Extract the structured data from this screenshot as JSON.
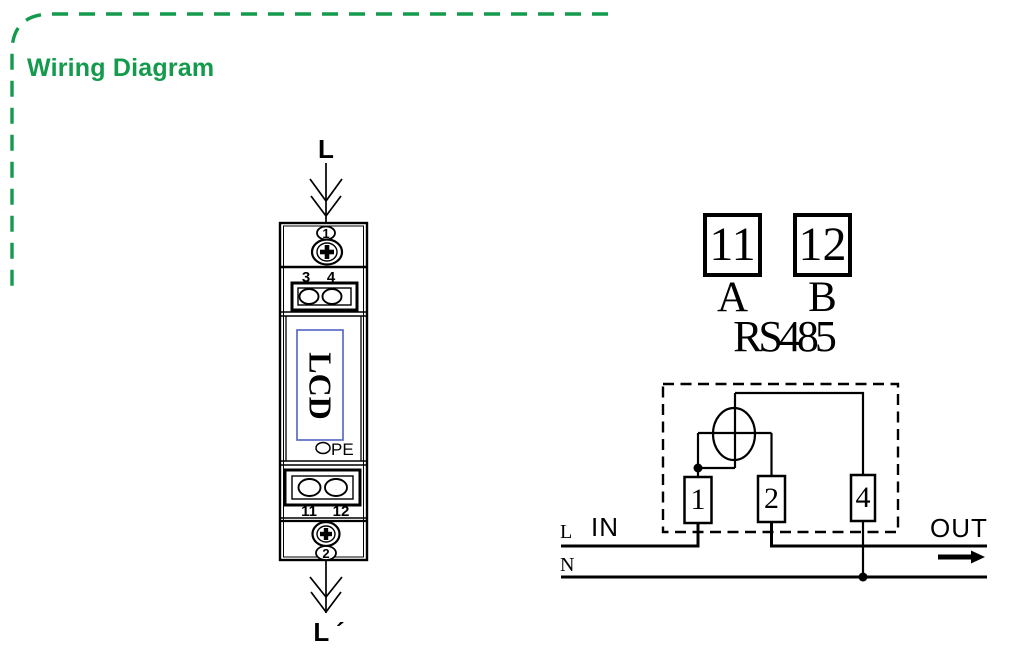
{
  "title": "Wiring Diagram",
  "colors": {
    "accent_green": "#149a4c",
    "lcd_blue": "#5b6cc8",
    "ink": "#000000"
  },
  "meter": {
    "input_line_label": "L",
    "output_line_label": "L ´",
    "top_screw_number": "1",
    "bottom_screw_number": "2",
    "upper_terminal_left": "3",
    "upper_terminal_right": "4",
    "lower_terminal_left": "11",
    "lower_terminal_right": "12",
    "display_label": "LCD",
    "earth_label": "PE"
  },
  "rs485": {
    "terminal_a_number": "11",
    "terminal_b_number": "12",
    "wire_a_label": "A",
    "wire_b_label": "B",
    "bus_label": "RS485"
  },
  "schematic": {
    "terminal_left": "1",
    "terminal_middle": "2",
    "terminal_right": "4",
    "live_label": "L",
    "in_label": "IN",
    "neutral_label": "N",
    "out_label": "OUT"
  }
}
